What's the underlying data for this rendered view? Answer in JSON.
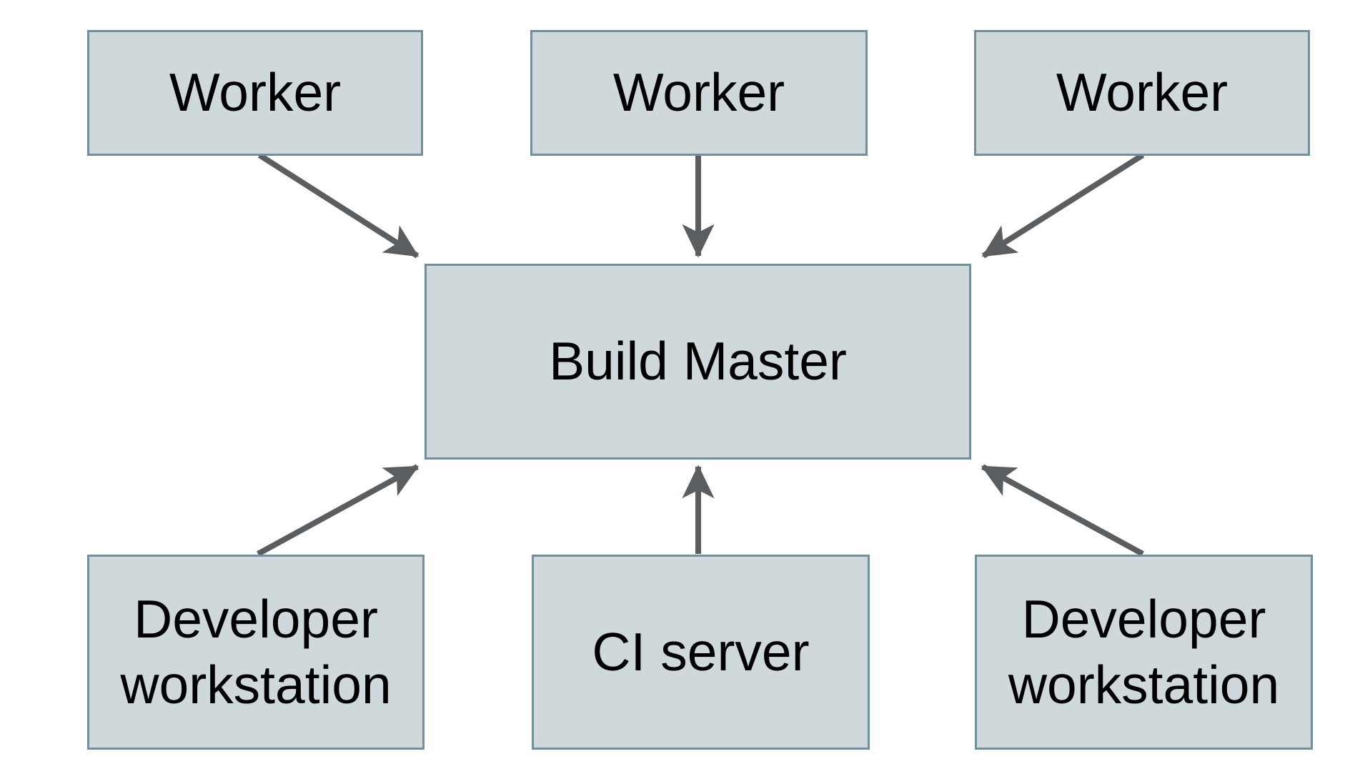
{
  "colors": {
    "background": "#ffffff",
    "node_fill": "#cfd9dc",
    "node_border": "#72909c",
    "arrow": "#5b5e61",
    "text": "#000000"
  },
  "nodes": [
    {
      "id": "worker-1",
      "label": "Worker"
    },
    {
      "id": "worker-2",
      "label": "Worker"
    },
    {
      "id": "worker-3",
      "label": "Worker"
    },
    {
      "id": "build-master",
      "label": "Build Master"
    },
    {
      "id": "dev-workstation-left",
      "label": "Developer workstation"
    },
    {
      "id": "ci-server",
      "label": "CI server"
    },
    {
      "id": "dev-workstation-right",
      "label": "Developer workstation"
    }
  ],
  "edges": [
    {
      "from": "worker-1",
      "to": "build-master"
    },
    {
      "from": "worker-2",
      "to": "build-master"
    },
    {
      "from": "worker-3",
      "to": "build-master"
    },
    {
      "from": "dev-workstation-left",
      "to": "build-master"
    },
    {
      "from": "ci-server",
      "to": "build-master"
    },
    {
      "from": "dev-workstation-right",
      "to": "build-master"
    }
  ]
}
